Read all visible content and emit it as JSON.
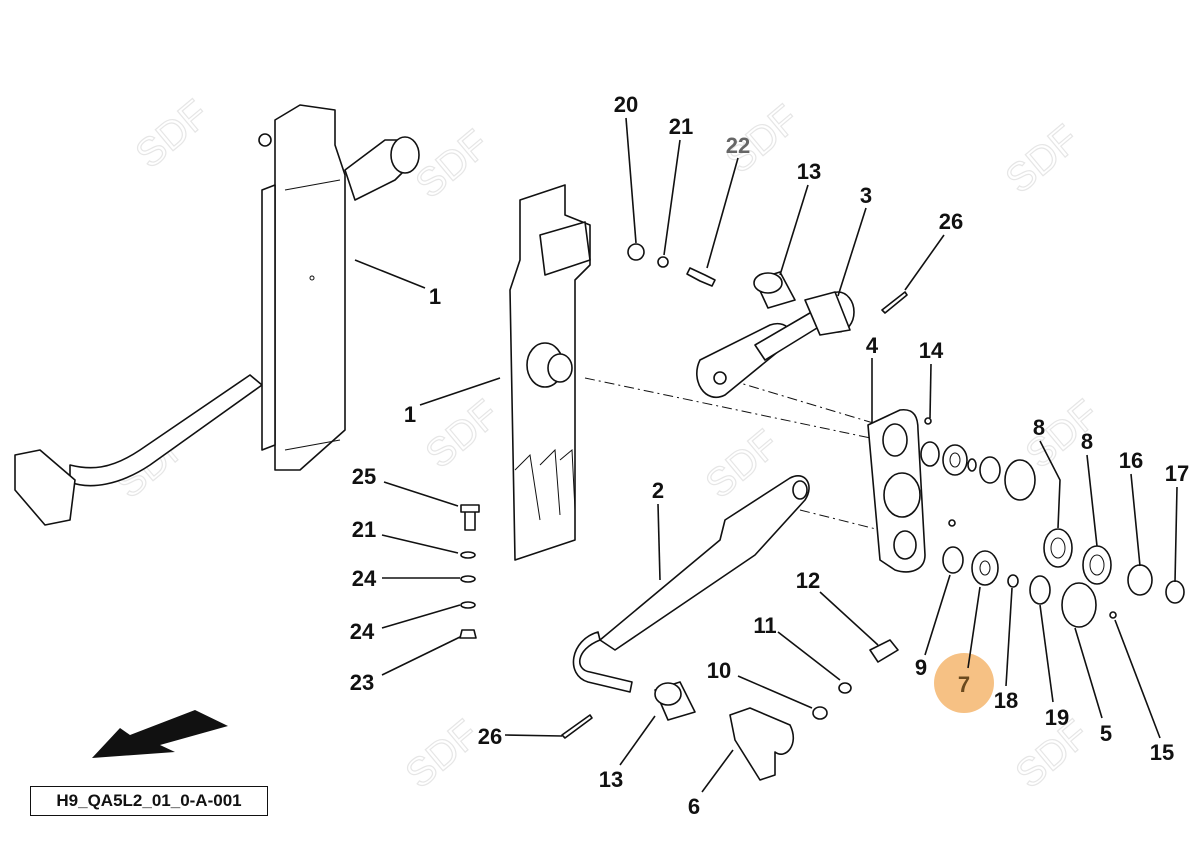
{
  "diagram": {
    "drawing_id": "H9_QA5L2_01_0-A-001",
    "watermark": "SDF",
    "highlight_color": "#f5b66e",
    "highlighted_callout": "7",
    "callouts": [
      "20",
      "21",
      "22",
      "13",
      "3",
      "26",
      "1",
      "1",
      "4",
      "14",
      "8",
      "8",
      "16",
      "17",
      "2",
      "25",
      "21",
      "24",
      "24",
      "23",
      "12",
      "11",
      "10",
      "9",
      "7",
      "18",
      "19",
      "5",
      "15",
      "26",
      "13",
      "6"
    ]
  }
}
